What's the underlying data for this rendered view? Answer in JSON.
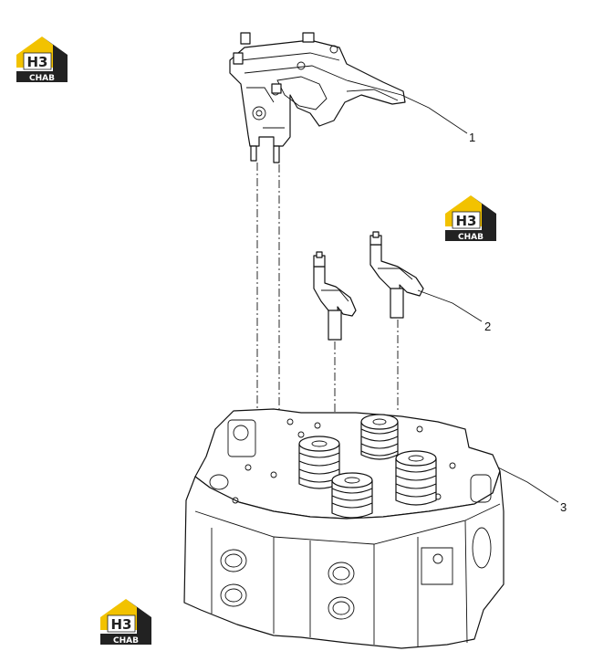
{
  "callouts": [
    {
      "id": "1",
      "label": "1"
    },
    {
      "id": "2",
      "label": "2"
    },
    {
      "id": "3",
      "label": "3"
    }
  ],
  "watermark": {
    "text_top": "H3",
    "text_bottom": "CHAB",
    "accent_color": "#f2c200",
    "dark_color": "#222222"
  },
  "parts": {
    "rocker_assembly": "rocker-arm-assembly",
    "rocker_pair": "rocker-arms",
    "cylinder_head": "cylinder-head"
  }
}
